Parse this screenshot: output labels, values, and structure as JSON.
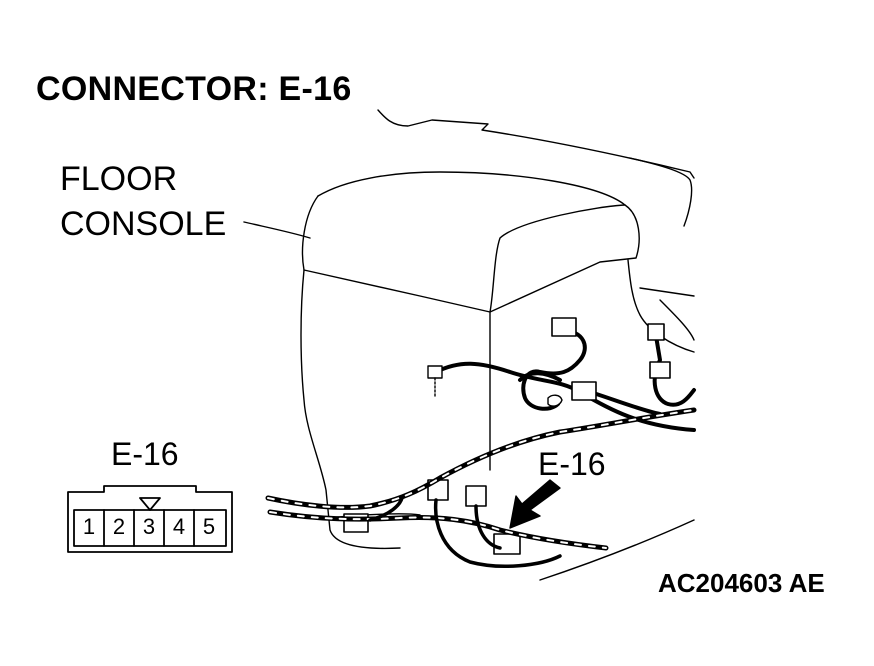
{
  "title": "CONNECTOR: E-16",
  "location_label": {
    "line1": "FLOOR",
    "line2": "CONSOLE"
  },
  "connector_view": {
    "label": "E-16",
    "pins": [
      "1",
      "2",
      "3",
      "4",
      "5"
    ]
  },
  "pointer_label": "E-16",
  "figure_code": "AC204603 AE",
  "colors": {
    "line": "#000000",
    "background": "#ffffff"
  }
}
